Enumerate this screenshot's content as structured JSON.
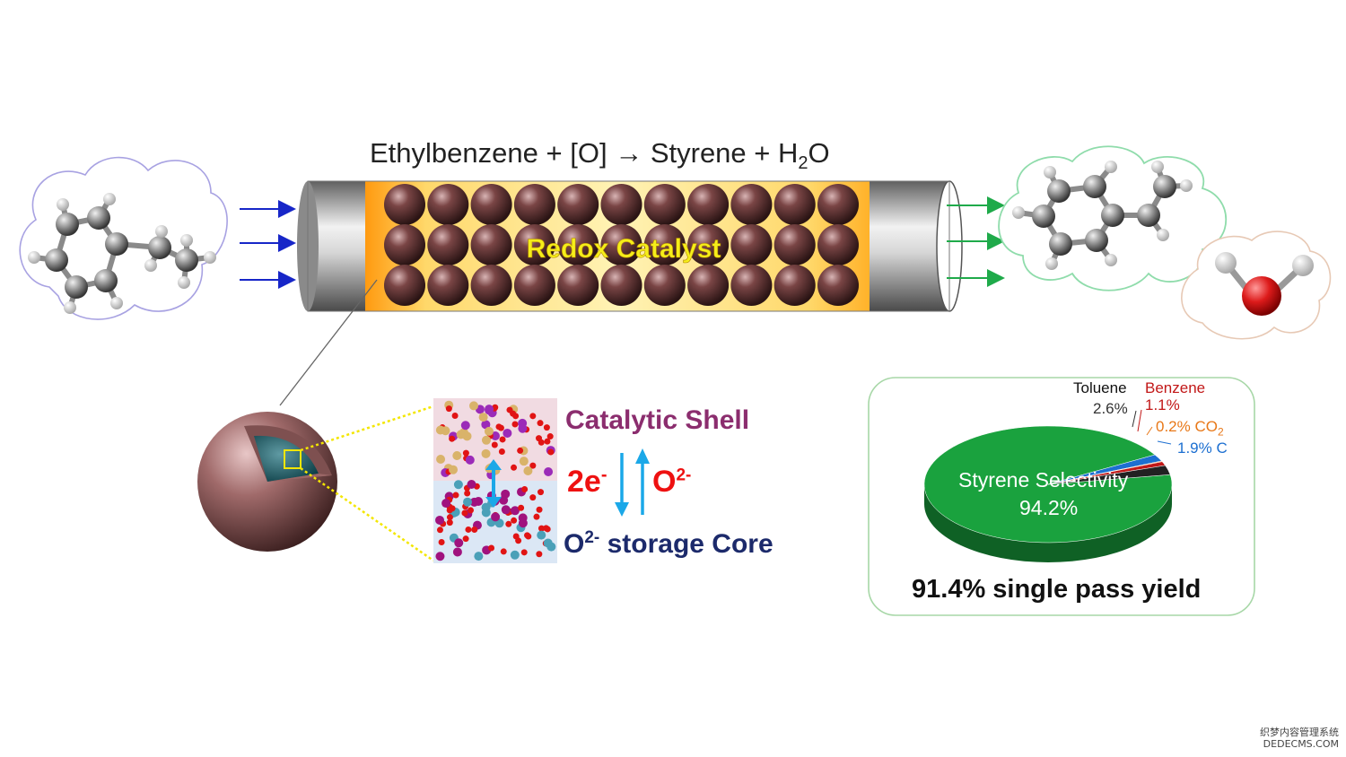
{
  "reaction": {
    "reactant": "Ethylbenzene",
    "plus": "+",
    "oxidant": "[O]",
    "arrow": "→",
    "product": "Styrene",
    "h2o_base": "H",
    "h2o_sub": "2",
    "h2o_end": "O"
  },
  "reactor": {
    "catalyst_label": "Redox Catalyst"
  },
  "particle": {
    "shell_label": "Catalytic Shell",
    "core_prefix": "O",
    "core_sup": "2-",
    "core_suffix": " storage Core",
    "electron_base": "2e",
    "electron_sup": "-",
    "oxygen_base": "O",
    "oxygen_sup": "2-"
  },
  "colors": {
    "feed_arrow": "#1726c8",
    "product_arrow": "#1faa4a",
    "catalyst_label": "#f5ee1a",
    "shell_text": "#8b2d6e",
    "core_text": "#1c2a6b",
    "electron_text": "#ee1111",
    "cycle_arrow": "#1ba8e8",
    "styrene_slice": "#1aa23e"
  },
  "chart_data": {
    "type": "pie",
    "title": "",
    "slices": [
      {
        "name": "Styrene Selectivity",
        "value": 94.2,
        "label": "94.2%",
        "color": "#1aa23e"
      },
      {
        "name": "C",
        "value": 1.9,
        "label": "1.9%",
        "color": "#1c6fd1"
      },
      {
        "name": "CO2",
        "value": 0.2,
        "label": "0.2%",
        "color": "#e87818"
      },
      {
        "name": "Benzene",
        "value": 1.1,
        "label": "1.1%",
        "color": "#c21818"
      },
      {
        "name": "Toluene",
        "value": 2.6,
        "label": "2.6%",
        "color": "#222222"
      }
    ],
    "text": {
      "styrene_name": "Styrene Selectivity",
      "styrene_value": "94.2%",
      "toluene_name": "Toluene",
      "toluene_value": "2.6%",
      "benzene_name": "Benzene",
      "benzene_value": "1.1%",
      "co2_value": "0.2%",
      "co2_base": "CO",
      "co2_sub": "2",
      "c_value": "1.9%",
      "c_name": "C"
    },
    "caption": "91.4% single pass yield"
  },
  "watermark": {
    "line1": "织梦内容管理系统",
    "line2": "DEDECMS.COM"
  }
}
